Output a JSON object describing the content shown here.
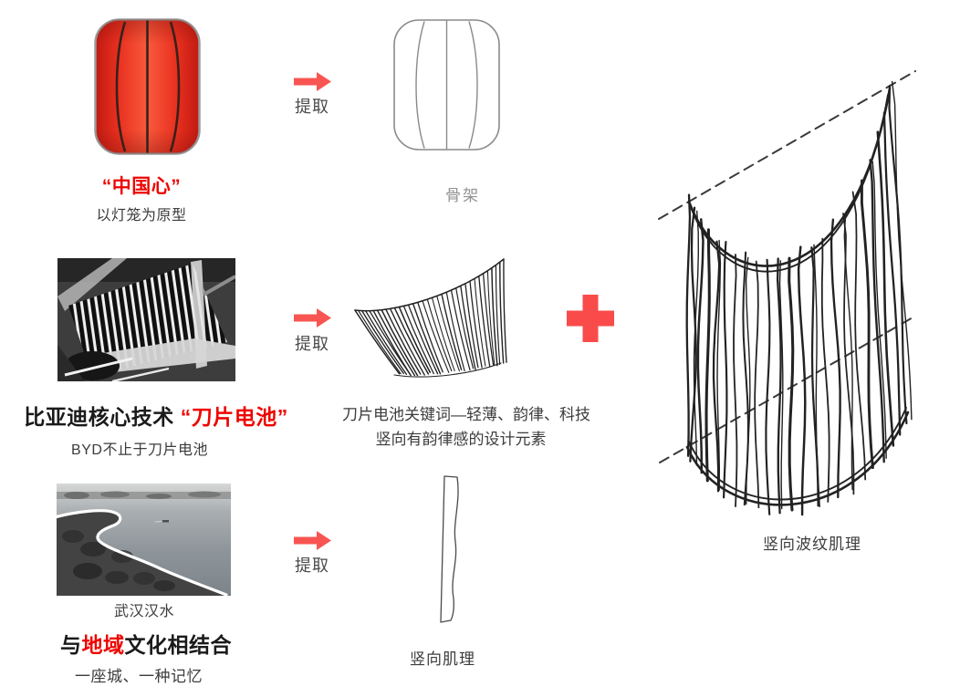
{
  "slide": {
    "rows": {
      "lantern": {
        "title": "“中国心”",
        "subtitle": "以灯笼为原型",
        "arrow_label": "提取",
        "result_caption": "骨架"
      },
      "battery": {
        "title_black": "比亚迪核心技术",
        "title_red": "“刀片电池”",
        "subtitle": "BYD不止于刀片电池",
        "arrow_label": "提取",
        "caption_line1": "刀片电池关键词—轻薄、韵律、科技",
        "caption_line2": "竖向有韵律感的设计元素"
      },
      "city": {
        "photo_caption": "武汉汉水",
        "title_part1": "与",
        "title_red": "地域",
        "title_part2": "文化相结合",
        "subtitle": "一座城、一种记忆",
        "arrow_label": "提取",
        "result_caption": "竖向肌理"
      }
    },
    "combined": {
      "caption": "竖向波纹肌理"
    },
    "icons": {
      "arrow": "arrow-right-icon",
      "plus": "plus-icon"
    },
    "colors": {
      "title_red": "#ee0500",
      "arrow_red": "#f85552",
      "plus_red": "#fa4b4b",
      "sketch_stroke": "#222222",
      "caption_gray": "#929292",
      "text_dark": "#1a1a1a"
    }
  }
}
